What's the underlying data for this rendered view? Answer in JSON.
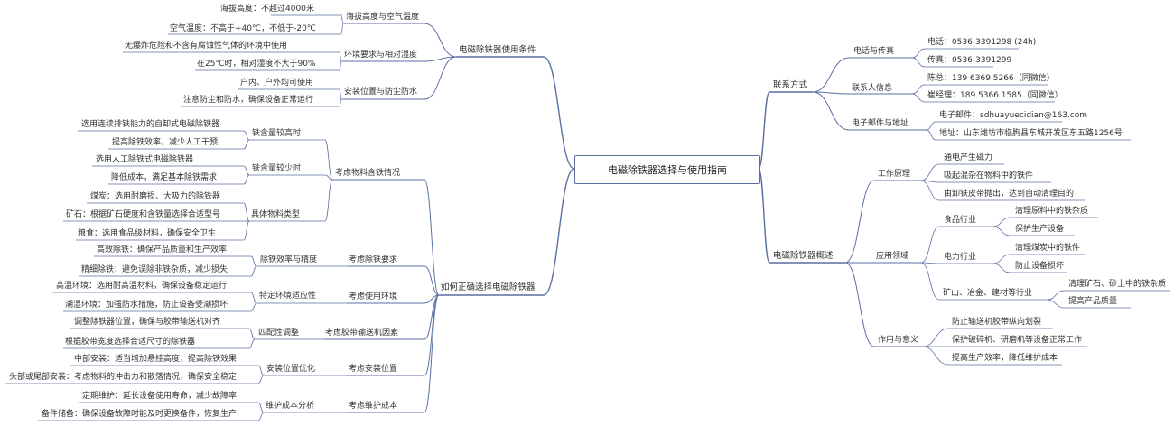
{
  "root": {
    "title": "电磁除铁器选择与使用指南"
  },
  "left": {
    "usage_conditions": {
      "title": "电磁除铁器使用条件",
      "altitude_temp": {
        "title": "海拔高度与空气温度",
        "altitude": "海拔高度：不超过4000米",
        "temperature": "空气温度：不高于+40℃，不低于-20℃"
      },
      "environment": {
        "title": "环境要求与相对湿度",
        "gas": "无爆炸危险和不含有腐蚀性气体的环境中使用",
        "humidity": "在25℃时，相对湿度不大于90%"
      },
      "installation": {
        "title": "安装位置与防尘防水",
        "indoor_outdoor": "户内、户外均可使用",
        "dust_water": "注意防尘和防水，确保设备正常运行"
      }
    },
    "how_to_choose": {
      "title": "如何正确选择电磁除铁器",
      "iron_content": {
        "title": "考虑物料含铁情况",
        "high": {
          "title": "铁含量较高时",
          "item1": "选用连续排铁能力的自卸式电磁除铁器",
          "item2": "提高除铁效率，减少人工干预"
        },
        "low": {
          "title": "铁含量较少时",
          "item1": "选用人工除铁式电磁除铁器",
          "item2": "降低成本，满足基本除铁需求"
        },
        "material_type": {
          "title": "具体物料类型",
          "coal": "煤炭：选用耐磨损、大吸力的除铁器",
          "ore": "矿石：根据矿石硬度和含铁量选择合适型号",
          "grain": "粮食：选用食品级材料，确保安全卫生"
        }
      },
      "removal_req": {
        "title": "考虑除铁要求",
        "sub": "除铁效率与精度",
        "efficient": "高效除铁：确保产品质量和生产效率",
        "fine": "精细除铁：避免误除非铁杂质，减少损失"
      },
      "environment": {
        "title": "考虑使用环境",
        "sub": "特定环境适应性",
        "high_temp": "高温环境：选用耐高温材料，确保设备稳定运行",
        "humid": "潮湿环境：加强防水措施，防止设备受潮损坏"
      },
      "conveyor": {
        "title": "考虑胶带输送机因素",
        "sub": "匹配性调整",
        "position": "调整除铁器位置，确保与胶带输送机对齐",
        "width": "根据胶带宽度选择合适尺寸的除铁器"
      },
      "install_pos": {
        "title": "考虑安装位置",
        "sub": "安装位置优化",
        "middle": "中部安装：适当增加悬挂高度，提高除铁效果",
        "head_tail": "头部或尾部安装：考虑物料的冲击力和散落情况，确保安全稳定"
      },
      "maintenance": {
        "title": "考虑维护成本",
        "sub": "维护成本分析",
        "regular": "定期维护：延长设备使用寿命，减少故障率",
        "spare": "备件储备：确保设备故障时能及时更换备件，恢复生产"
      }
    }
  },
  "right": {
    "contact": {
      "title": "联系方式",
      "phone_fax": {
        "title": "电话与传真",
        "phone": "电话：0536-3391298 (24h)",
        "fax": "传真：0536-3391299"
      },
      "people": {
        "title": "联系人信息",
        "chen": "陈总：139 6369 5266（同微信）",
        "cui": "崔经理：189 5366 1585（同微信）"
      },
      "email_addr": {
        "title": "电子邮件与地址",
        "email": "电子邮件：sdhuayuecidian@163.com",
        "address": "地址：山东潍坊市临朐县东城开发区东五路1256号"
      }
    },
    "overview": {
      "title": "电磁除铁器概述",
      "principle": {
        "title": "工作原理",
        "p1": "通电产生磁力",
        "p2": "吸起混杂在物料中的铁件",
        "p3": "由卸铁皮带抛出，达到自动清理目的"
      },
      "application": {
        "title": "应用领域",
        "food": {
          "title": "食品行业",
          "i1": "清理原料中的铁杂质",
          "i2": "保护生产设备"
        },
        "power": {
          "title": "电力行业",
          "i1": "清理煤炭中的铁件",
          "i2": "防止设备损坏"
        },
        "mining": {
          "title": "矿山、冶金、建材等行业",
          "i1": "清理矿石、砂土中的铁杂质",
          "i2": "提高产品质量"
        }
      },
      "significance": {
        "title": "作用与意义",
        "s1": "防止输送机胶带纵向划裂",
        "s2": "保护破碎机、研磨机等设备正常工作",
        "s3": "提高生产效率，降低维护成本"
      }
    }
  }
}
